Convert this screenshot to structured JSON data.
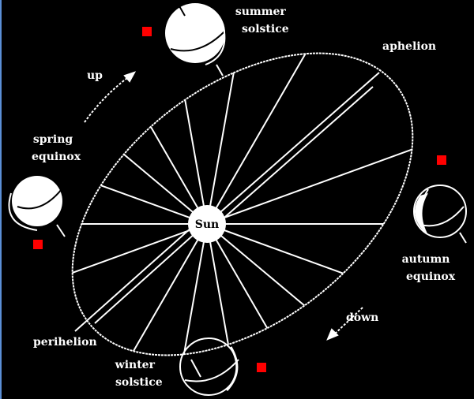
{
  "sun_label": "Sun",
  "labels": {
    "summer": [
      "summer",
      "solstice"
    ],
    "aphelion": "aphelion",
    "up": "up",
    "spring": [
      "spring",
      "equinox"
    ],
    "autumn": [
      "autumn",
      "equinox"
    ],
    "down": "down",
    "perihelion": "perihelion",
    "winter": [
      "winter",
      "solstice"
    ]
  },
  "colors": {
    "background": "#000000",
    "lines": "#ffffff",
    "marker": "#ff0000"
  }
}
